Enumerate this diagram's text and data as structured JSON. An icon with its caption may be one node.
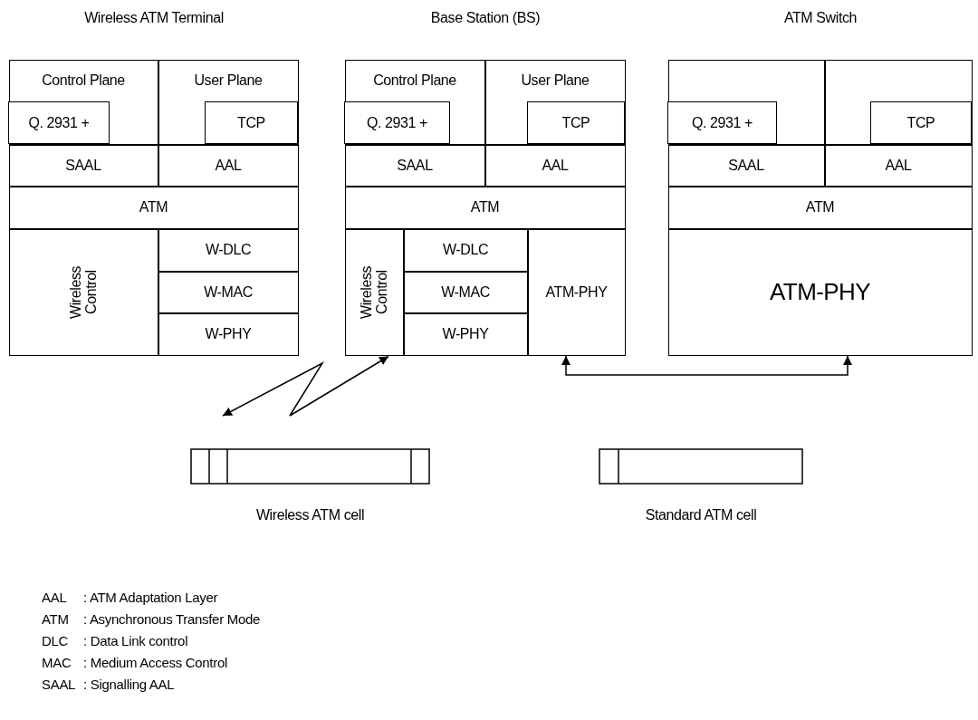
{
  "diagram": {
    "nodes": [
      {
        "text": [
          "Wireless ATM Terminal"
        ]
      },
      {
        "text": [
          "Control Plane"
        ],
        "in": 0
      },
      {
        "text": [
          "Q. 2931 +"
        ],
        "in": 1
      },
      {
        "text": [
          "User Plane"
        ],
        "in": 0
      },
      {
        "text": [
          "TCP"
        ],
        "in": 3
      },
      {
        "text": [
          "SAAL"
        ],
        "in": 0
      },
      {
        "text": [
          "AAL"
        ],
        "in": 0
      },
      {
        "text": [
          "ATM"
        ],
        "in": 0
      },
      {
        "text": [
          "Wireless Control"
        ],
        "in": 0
      },
      {
        "text": [
          "W-DLC"
        ],
        "in": 0
      },
      {
        "text": [
          "W-MAC"
        ],
        "in": 0
      },
      {
        "text": [
          "W-PHY"
        ],
        "in": 0
      },
      {
        "text": [
          "Base Station (BS)"
        ]
      },
      {
        "text": [
          "Control Plane"
        ],
        "in": 12
      },
      {
        "text": [
          "Q. 2931 +"
        ],
        "in": 13
      },
      {
        "text": [
          "User Plane"
        ],
        "in": 12
      },
      {
        "text": [
          "TCP"
        ],
        "in": 15
      },
      {
        "text": [
          "SAAL"
        ],
        "in": 12
      },
      {
        "text": [
          "AAL"
        ],
        "in": 12
      },
      {
        "text": [
          "ATM"
        ],
        "in": 12
      },
      {
        "text": [
          "Wireless Control"
        ],
        "in": 12
      },
      {
        "text": [
          "W-DLC"
        ],
        "in": 12
      },
      {
        "text": [
          "W-MAC"
        ],
        "in": 12
      },
      {
        "text": [
          "W-PHY"
        ],
        "in": 12
      },
      {
        "text": [
          "ATM-PHY"
        ],
        "in": 12
      },
      {
        "text": [
          "ATM Switch"
        ]
      },
      {
        "text": [],
        "shape": "box",
        "in": 25
      },
      {
        "text": [
          "Q. 2931 +"
        ],
        "in": 26
      },
      {
        "text": [],
        "shape": "box",
        "in": 25
      },
      {
        "text": [
          "TCP"
        ],
        "in": 28
      },
      {
        "text": [
          "SAAL"
        ],
        "in": 25
      },
      {
        "text": [
          "AAL"
        ],
        "in": 25
      },
      {
        "text": [
          "ATM"
        ],
        "in": 25
      },
      {
        "text": [
          "ATM-PHY"
        ],
        "in": 25
      },
      {
        "text": [
          "Wireless ATM cell"
        ]
      },
      {
        "text": [
          "Standard ATM cell"
        ]
      }
    ],
    "edges": [
      {
        "from": null,
        "to": 12,
        "arrow": "both"
      },
      {
        "from": 24,
        "to": 33,
        "arrow": "both"
      }
    ],
    "labels": [
      "AAL",
      ": ATM Adaptation Layer",
      "ATM",
      ": Asynchronous Transfer Mode",
      "DLC",
      ": Data Link control",
      "MAC",
      ": Medium Access Control",
      "SAAL",
      ": Signalling AAL"
    ]
  }
}
